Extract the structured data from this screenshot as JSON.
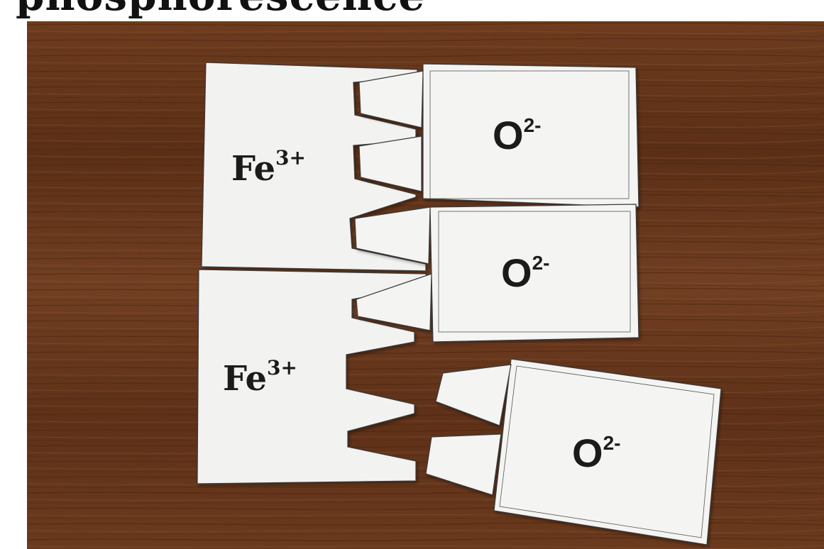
{
  "title": "phosphorescence",
  "pieces": {
    "cation_1": {
      "symbol": "Fe",
      "charge": "3+"
    },
    "cation_2": {
      "symbol": "Fe",
      "charge": "3+"
    },
    "anion_1": {
      "symbol": "O",
      "charge": "2-"
    },
    "anion_2": {
      "symbol": "O",
      "charge": "2-"
    },
    "anion_3": {
      "symbol": "O",
      "charge": "2-"
    }
  },
  "colors": {
    "wood": "#6b3a1f",
    "paper": "#f3f3f1"
  }
}
